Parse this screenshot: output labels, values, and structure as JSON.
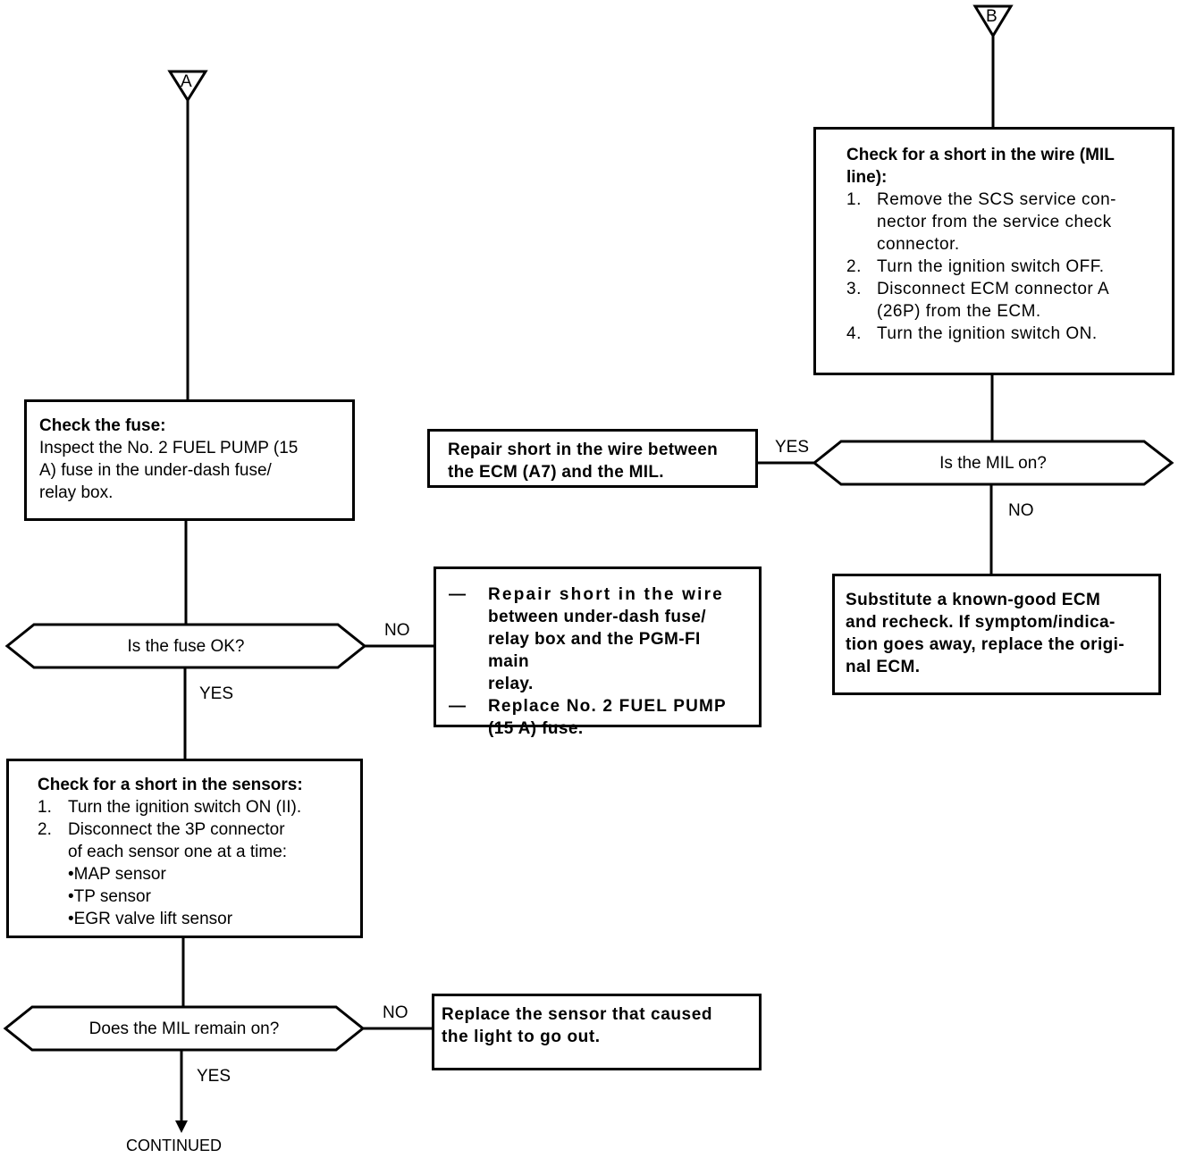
{
  "connectors": {
    "a": "A",
    "b": "B"
  },
  "check_fuse": {
    "title": "Check the fuse:",
    "line1": "Inspect the No. 2 FUEL PUMP (15",
    "line2": "A) fuse in the under-dash fuse/",
    "line3": "relay box."
  },
  "decision_fuse": {
    "question": "Is the fuse OK?",
    "no": "NO",
    "yes": "YES"
  },
  "repair_fuse": {
    "item1_l1": "Repair short in the wire",
    "item1_l2": "between under-dash fuse/",
    "item1_l3": "relay box and the PGM-FI main",
    "item1_l4": "relay.",
    "item2_l1": "Replace No. 2 FUEL PUMP",
    "item2_l2": "(15 A) fuse.",
    "dash": "—"
  },
  "check_sensors": {
    "title": "Check for a short in the sensors:",
    "step1_num": "1.",
    "step1": "Turn the ignition switch ON (II).",
    "step2_num": "2.",
    "step2_l1": "Disconnect the 3P connector",
    "step2_l2": "of each sensor one at a time:",
    "sensors": [
      "MAP sensor",
      "TP sensor",
      "EGR valve lift sensor"
    ]
  },
  "decision_mil_remain": {
    "question": "Does the MIL remain on?",
    "no": "NO",
    "yes": "YES"
  },
  "replace_sensor": {
    "line1": "Replace the sensor that caused",
    "line2": "the light to go out."
  },
  "continued": "CONTINUED",
  "check_mil_line": {
    "title_l1": "Check for a short in the wire (MIL",
    "title_l2": "line):",
    "step1_num": "1.",
    "step1_l1": "Remove the SCS service con-",
    "step1_l2": "nector from the service check",
    "step1_l3": "connector.",
    "step2_num": "2.",
    "step2": "Turn the ignition switch OFF.",
    "step3_num": "3.",
    "step3_l1": "Disconnect ECM connector A",
    "step3_l2": "(26P) from the ECM.",
    "step4_num": "4.",
    "step4": "Turn the ignition switch ON."
  },
  "decision_mil_on": {
    "question": "Is the MIL on?",
    "yes": "YES",
    "no": "NO"
  },
  "repair_mil_wire": {
    "line1": "Repair short in the wire between",
    "line2": "the ECM (A7) and the MIL."
  },
  "substitute_ecm": {
    "line1": "Substitute a known-good ECM",
    "line2": "and recheck. If symptom/indica-",
    "line3": "tion goes away, replace the origi-",
    "line4": "nal ECM."
  }
}
